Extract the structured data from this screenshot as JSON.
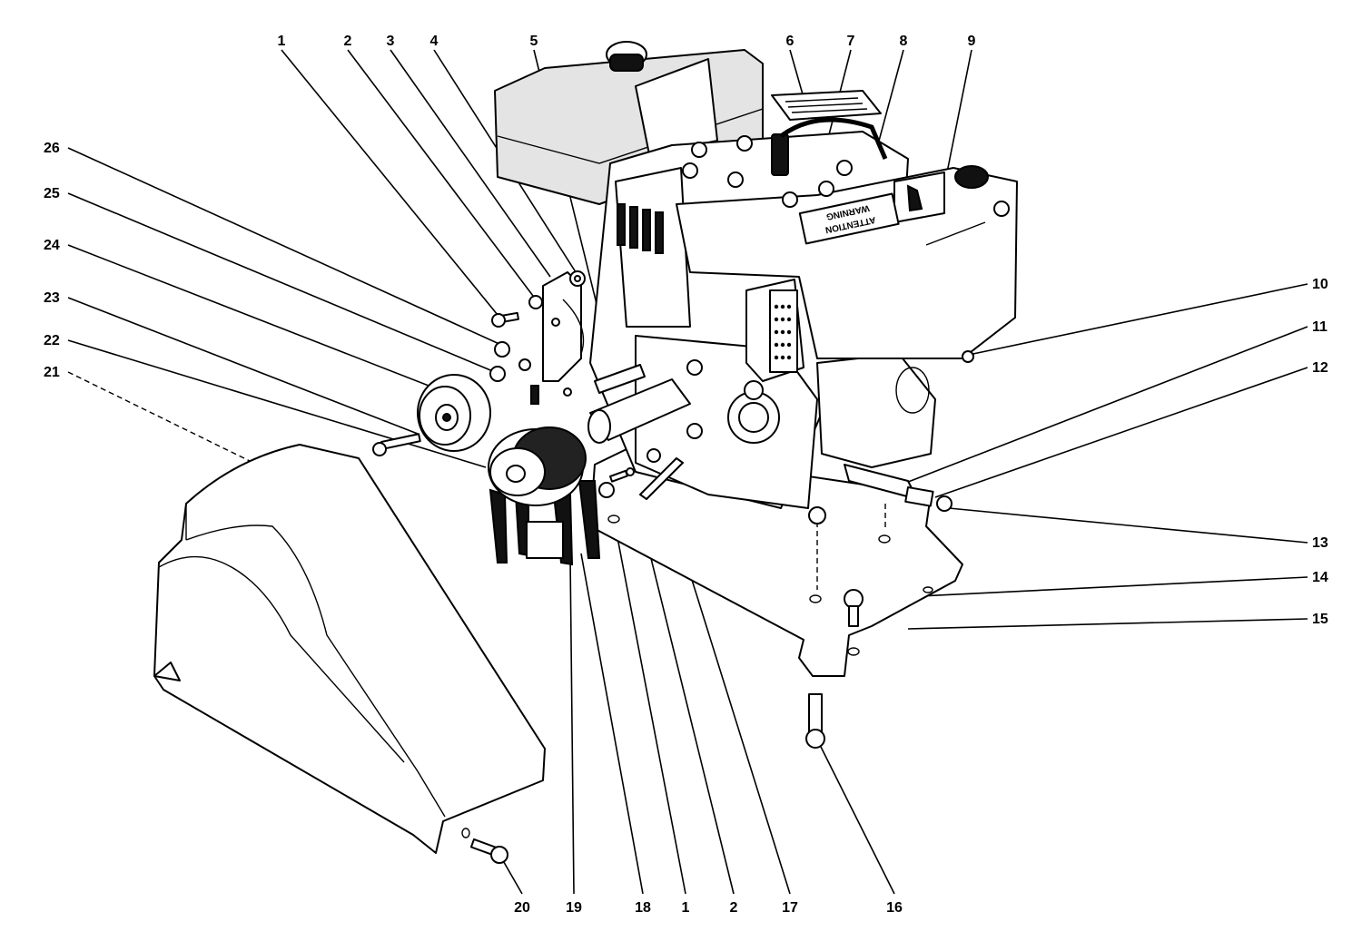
{
  "callouts": {
    "c1_top": "1",
    "c2_top": "2",
    "c3": "3",
    "c4": "4",
    "c5": "5",
    "c6": "6",
    "c7": "7",
    "c8": "8",
    "c9": "9",
    "c10": "10",
    "c11": "11",
    "c12": "12",
    "c13": "13",
    "c14": "14",
    "c15": "15",
    "c16": "16",
    "c17": "17",
    "c18": "18",
    "c1_bottom": "1",
    "c2_bottom": "2",
    "c19": "19",
    "c20": "20",
    "c21": "21",
    "c22": "22",
    "c23": "23",
    "c24": "24",
    "c25": "25",
    "c26": "26"
  },
  "decal": {
    "line1": "WARNING",
    "line2": "ATTENTION"
  }
}
